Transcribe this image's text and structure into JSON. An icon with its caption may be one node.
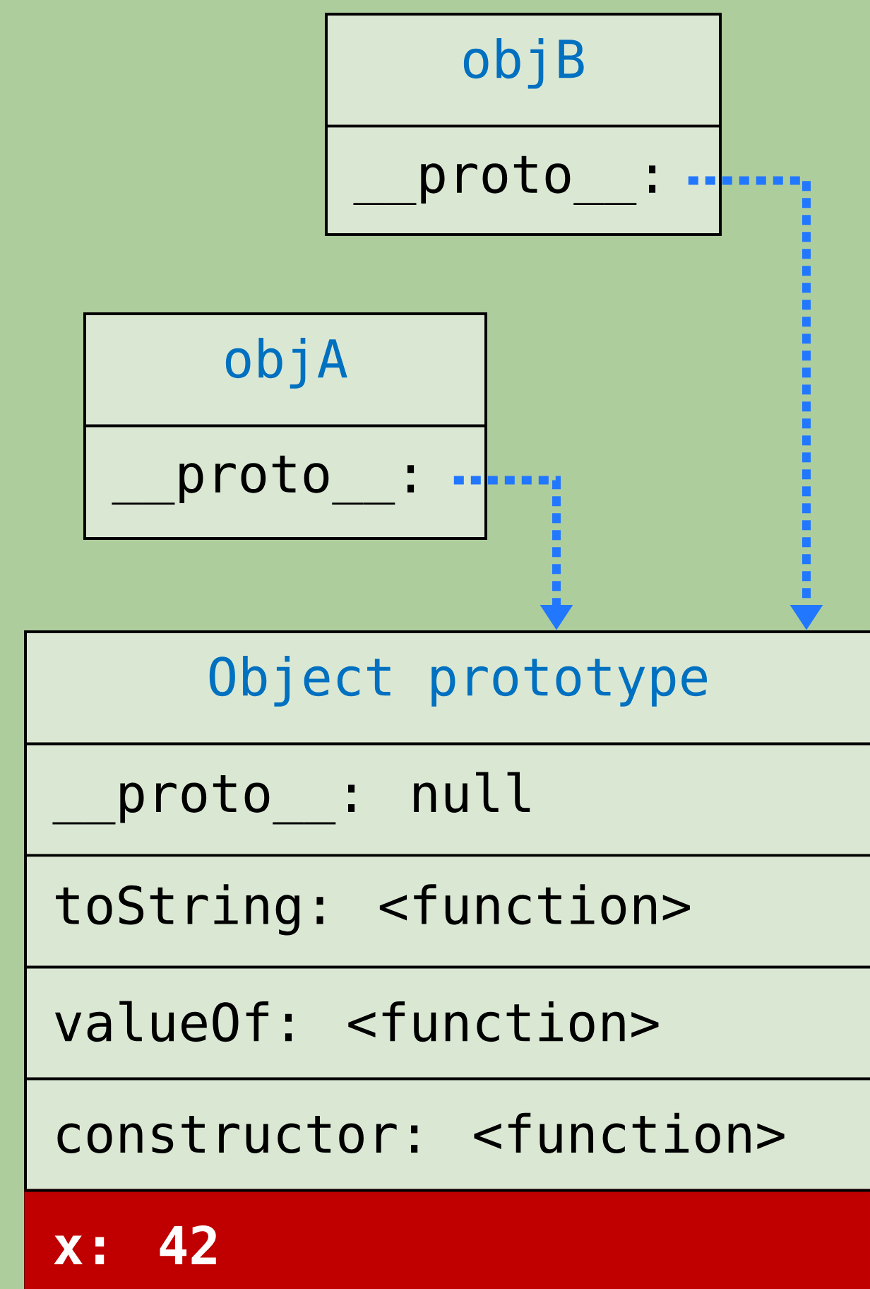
{
  "diagram": {
    "nodes": [
      {
        "text": [
          "objB"
        ]
      },
      {
        "text": [
          "__proto__:"
        ],
        "in": 0
      },
      {
        "text": [
          "objA"
        ]
      },
      {
        "text": [
          "__proto__:"
        ],
        "in": 2
      },
      {
        "text": [
          "Object prototype"
        ]
      },
      {
        "text": [
          "__proto__: null"
        ],
        "in": 4
      },
      {
        "text": [
          "toString: <function>"
        ],
        "in": 4
      },
      {
        "text": [
          "valueOf: <function>"
        ],
        "in": 4
      },
      {
        "text": [
          "constructor: <function>"
        ],
        "in": 4
      },
      {
        "text": [
          "x: 42"
        ],
        "in": 4
      }
    ],
    "edges": [
      {
        "from": 1,
        "to": 4,
        "arrow": "to"
      },
      {
        "from": 3,
        "to": 4,
        "arrow": "to"
      }
    ]
  }
}
